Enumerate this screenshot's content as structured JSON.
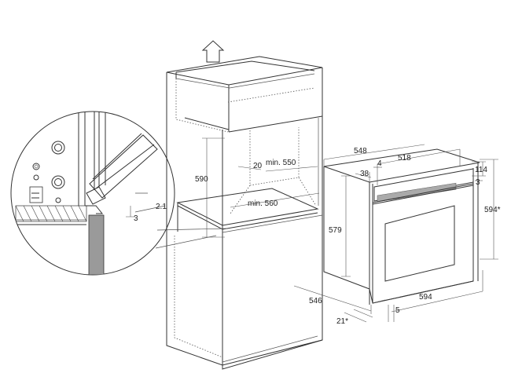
{
  "dimensions": {
    "oven_width": "548",
    "oven_inner_width": "518",
    "depth_38": "38",
    "panel_4": "4",
    "panel_114": "114",
    "panel_3": "3",
    "height_594": "594*",
    "height_579": "579",
    "width_594": "594",
    "depth_546": "546",
    "angle_21": "21*",
    "door_5": "5",
    "niche_590": "590",
    "niche_20": "20",
    "niche_min_550": "min. 550",
    "niche_min_560": "min. 560",
    "detail_2_1": "2.1",
    "detail_3": "3"
  }
}
